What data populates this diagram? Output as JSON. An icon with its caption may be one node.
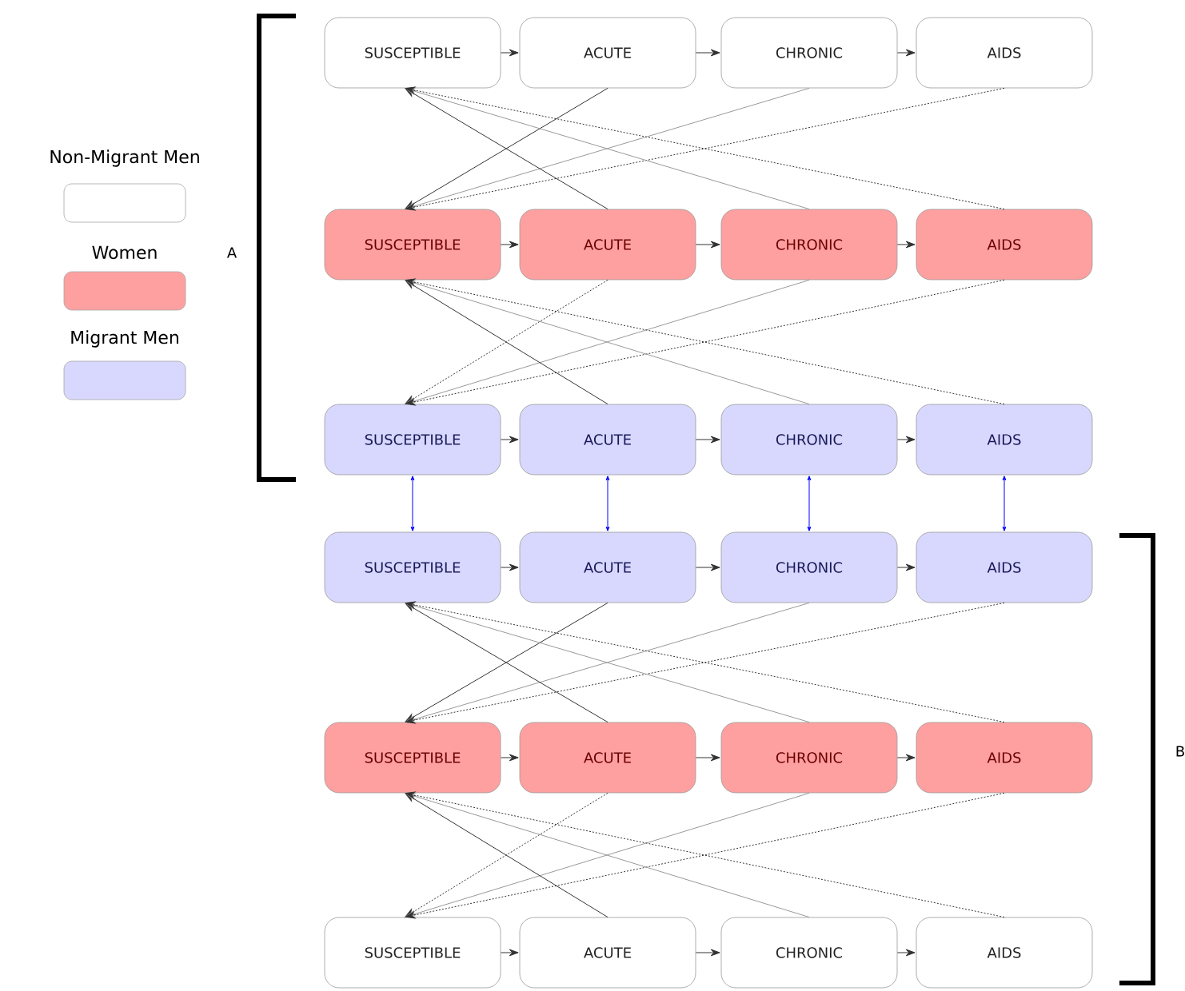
{
  "diagram": {
    "nodes": [
      {
        "text": [
          "SUSCEPTIBLE"
        ]
      },
      {
        "text": [
          "ACUTE"
        ]
      },
      {
        "text": [
          "CHRONIC"
        ]
      },
      {
        "text": [
          "AIDS"
        ]
      },
      {
        "text": [
          "SUSCEPTIBLE"
        ]
      },
      {
        "text": [
          "ACUTE"
        ]
      },
      {
        "text": [
          "CHRONIC"
        ]
      },
      {
        "text": [
          "AIDS"
        ]
      },
      {
        "text": [
          "SUSCEPTIBLE"
        ]
      },
      {
        "text": [
          "ACUTE"
        ]
      },
      {
        "text": [
          "CHRONIC"
        ]
      },
      {
        "text": [
          "AIDS"
        ]
      },
      {
        "text": [
          "SUSCEPTIBLE"
        ]
      },
      {
        "text": [
          "ACUTE"
        ]
      },
      {
        "text": [
          "CHRONIC"
        ]
      },
      {
        "text": [
          "AIDS"
        ]
      },
      {
        "text": [
          "SUSCEPTIBLE"
        ]
      },
      {
        "text": [
          "ACUTE"
        ]
      },
      {
        "text": [
          "CHRONIC"
        ]
      },
      {
        "text": [
          "AIDS"
        ]
      },
      {
        "text": [
          "SUSCEPTIBLE"
        ]
      },
      {
        "text": [
          "ACUTE"
        ]
      },
      {
        "text": [
          "CHRONIC"
        ]
      },
      {
        "text": [
          "AIDS"
        ]
      }
    ],
    "edges": [
      {
        "from": 0,
        "to": 1,
        "arrow": "to"
      },
      {
        "from": 1,
        "to": 2,
        "arrow": "to"
      },
      {
        "from": 2,
        "to": 3,
        "arrow": "to"
      },
      {
        "from": 4,
        "to": 5,
        "arrow": "to"
      },
      {
        "from": 5,
        "to": 6,
        "arrow": "to"
      },
      {
        "from": 6,
        "to": 7,
        "arrow": "to"
      },
      {
        "from": 8,
        "to": 9,
        "arrow": "to"
      },
      {
        "from": 9,
        "to": 10,
        "arrow": "to"
      },
      {
        "from": 10,
        "to": 11,
        "arrow": "to"
      },
      {
        "from": 12,
        "to": 13,
        "arrow": "to"
      },
      {
        "from": 13,
        "to": 14,
        "arrow": "to"
      },
      {
        "from": 14,
        "to": 15,
        "arrow": "to"
      },
      {
        "from": 16,
        "to": 17,
        "arrow": "to"
      },
      {
        "from": 17,
        "to": 18,
        "arrow": "to"
      },
      {
        "from": 18,
        "to": 19,
        "arrow": "to"
      },
      {
        "from": 20,
        "to": 21,
        "arrow": "to"
      },
      {
        "from": 21,
        "to": 22,
        "arrow": "to"
      },
      {
        "from": 22,
        "to": 23,
        "arrow": "to"
      },
      {
        "from": 1,
        "to": 4,
        "arrow": "to"
      },
      {
        "from": 2,
        "to": 4,
        "arrow": "to",
        "color": "#999999"
      },
      {
        "from": 3,
        "to": 4,
        "arrow": "to",
        "style": "dashed"
      },
      {
        "from": 5,
        "to": 0,
        "arrow": "to"
      },
      {
        "from": 6,
        "to": 0,
        "arrow": "to",
        "color": "#999999"
      },
      {
        "from": 7,
        "to": 0,
        "arrow": "to",
        "style": "dashed"
      },
      {
        "from": 5,
        "to": 8,
        "arrow": "to",
        "style": "dashed"
      },
      {
        "from": 6,
        "to": 8,
        "arrow": "to",
        "color": "#999999"
      },
      {
        "from": 7,
        "to": 8,
        "arrow": "to",
        "style": "dashed"
      },
      {
        "from": 9,
        "to": 4,
        "arrow": "to"
      },
      {
        "from": 10,
        "to": 4,
        "arrow": "to",
        "color": "#999999"
      },
      {
        "from": 11,
        "to": 4,
        "arrow": "to",
        "style": "dashed"
      },
      {
        "from": 8,
        "to": 12,
        "arrow": "both",
        "color": "#0000ff"
      },
      {
        "from": 9,
        "to": 13,
        "arrow": "both",
        "color": "#0000ff"
      },
      {
        "from": 10,
        "to": 14,
        "arrow": "both",
        "color": "#0000ff"
      },
      {
        "from": 11,
        "to": 15,
        "arrow": "both",
        "color": "#0000ff"
      },
      {
        "from": 13,
        "to": 16,
        "arrow": "to"
      },
      {
        "from": 14,
        "to": 16,
        "arrow": "to",
        "color": "#999999"
      },
      {
        "from": 15,
        "to": 16,
        "arrow": "to",
        "style": "dashed"
      },
      {
        "from": 17,
        "to": 12,
        "arrow": "to"
      },
      {
        "from": 18,
        "to": 12,
        "arrow": "to",
        "color": "#999999"
      },
      {
        "from": 19,
        "to": 12,
        "arrow": "to",
        "style": "dashed"
      },
      {
        "from": 17,
        "to": 20,
        "arrow": "to",
        "style": "dashed"
      },
      {
        "from": 18,
        "to": 20,
        "arrow": "to",
        "color": "#999999"
      },
      {
        "from": 19,
        "to": 20,
        "arrow": "to",
        "style": "dashed"
      },
      {
        "from": 21,
        "to": 16,
        "arrow": "to"
      },
      {
        "from": 22,
        "to": 16,
        "arrow": "to",
        "color": "#999999"
      },
      {
        "from": 23,
        "to": 16,
        "arrow": "to",
        "style": "dashed"
      }
    ],
    "labels": [
      "A",
      "B"
    ],
    "legend": [
      {
        "text": "Non-Migrant Men"
      },
      {
        "text": "Women",
        "color": "#ffa0a0"
      },
      {
        "text": "Migrant Men",
        "color": "#d8d8ff"
      }
    ]
  }
}
